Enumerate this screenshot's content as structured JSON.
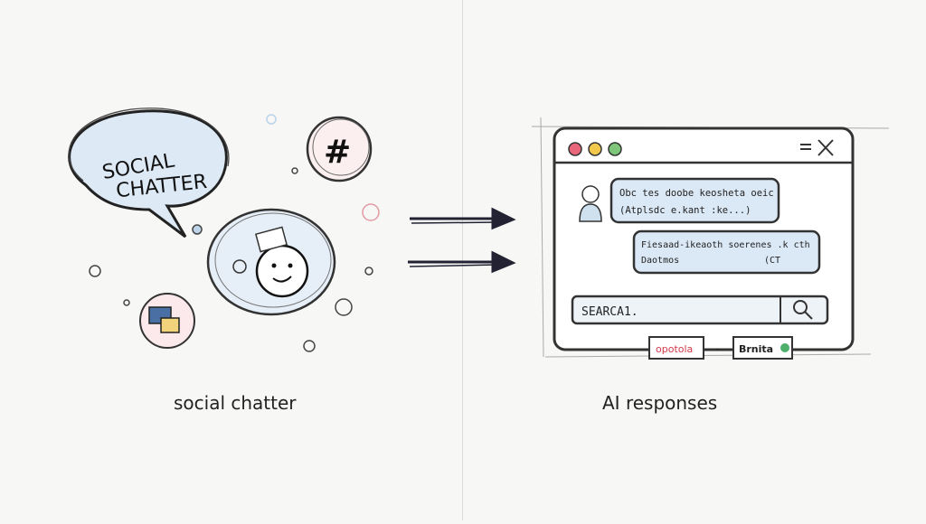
{
  "left": {
    "bubble_text_line1": "SOCIAL",
    "bubble_text_line2": "CHATTER",
    "hashtag_symbol": "#",
    "caption": "social chatter",
    "icons": [
      "speech-bubble-icon",
      "hashtag-icon",
      "smiley-face-icon",
      "media-cards-icon"
    ]
  },
  "arrows": {
    "count": 2,
    "direction": "right"
  },
  "right": {
    "window_controls": {
      "colors": [
        "#e8677a",
        "#f2c94c",
        "#7dc67a"
      ]
    },
    "window_buttons": [
      "minimize-icon",
      "close-icon"
    ],
    "message1": {
      "line1": "Obc tes doobe keosheta oeic",
      "line2": "(Atplsdc e.kant :ke...)"
    },
    "message2": {
      "line1": "Fiesaad-ikeaoth soerenes .k cth",
      "line2": "Daotmos",
      "tag": "(CT"
    },
    "search": {
      "value": "SEARCA1.",
      "button_icon": "search-icon"
    },
    "badge1": "opotola",
    "badge_separator": "-",
    "badge2": "Brnita",
    "caption": "AI responses"
  },
  "colors": {
    "bubble_fill": "#dde9f5",
    "ink": "#222222",
    "accent_pink": "#f2a7ad",
    "accent_blue": "#9cc0e0"
  }
}
